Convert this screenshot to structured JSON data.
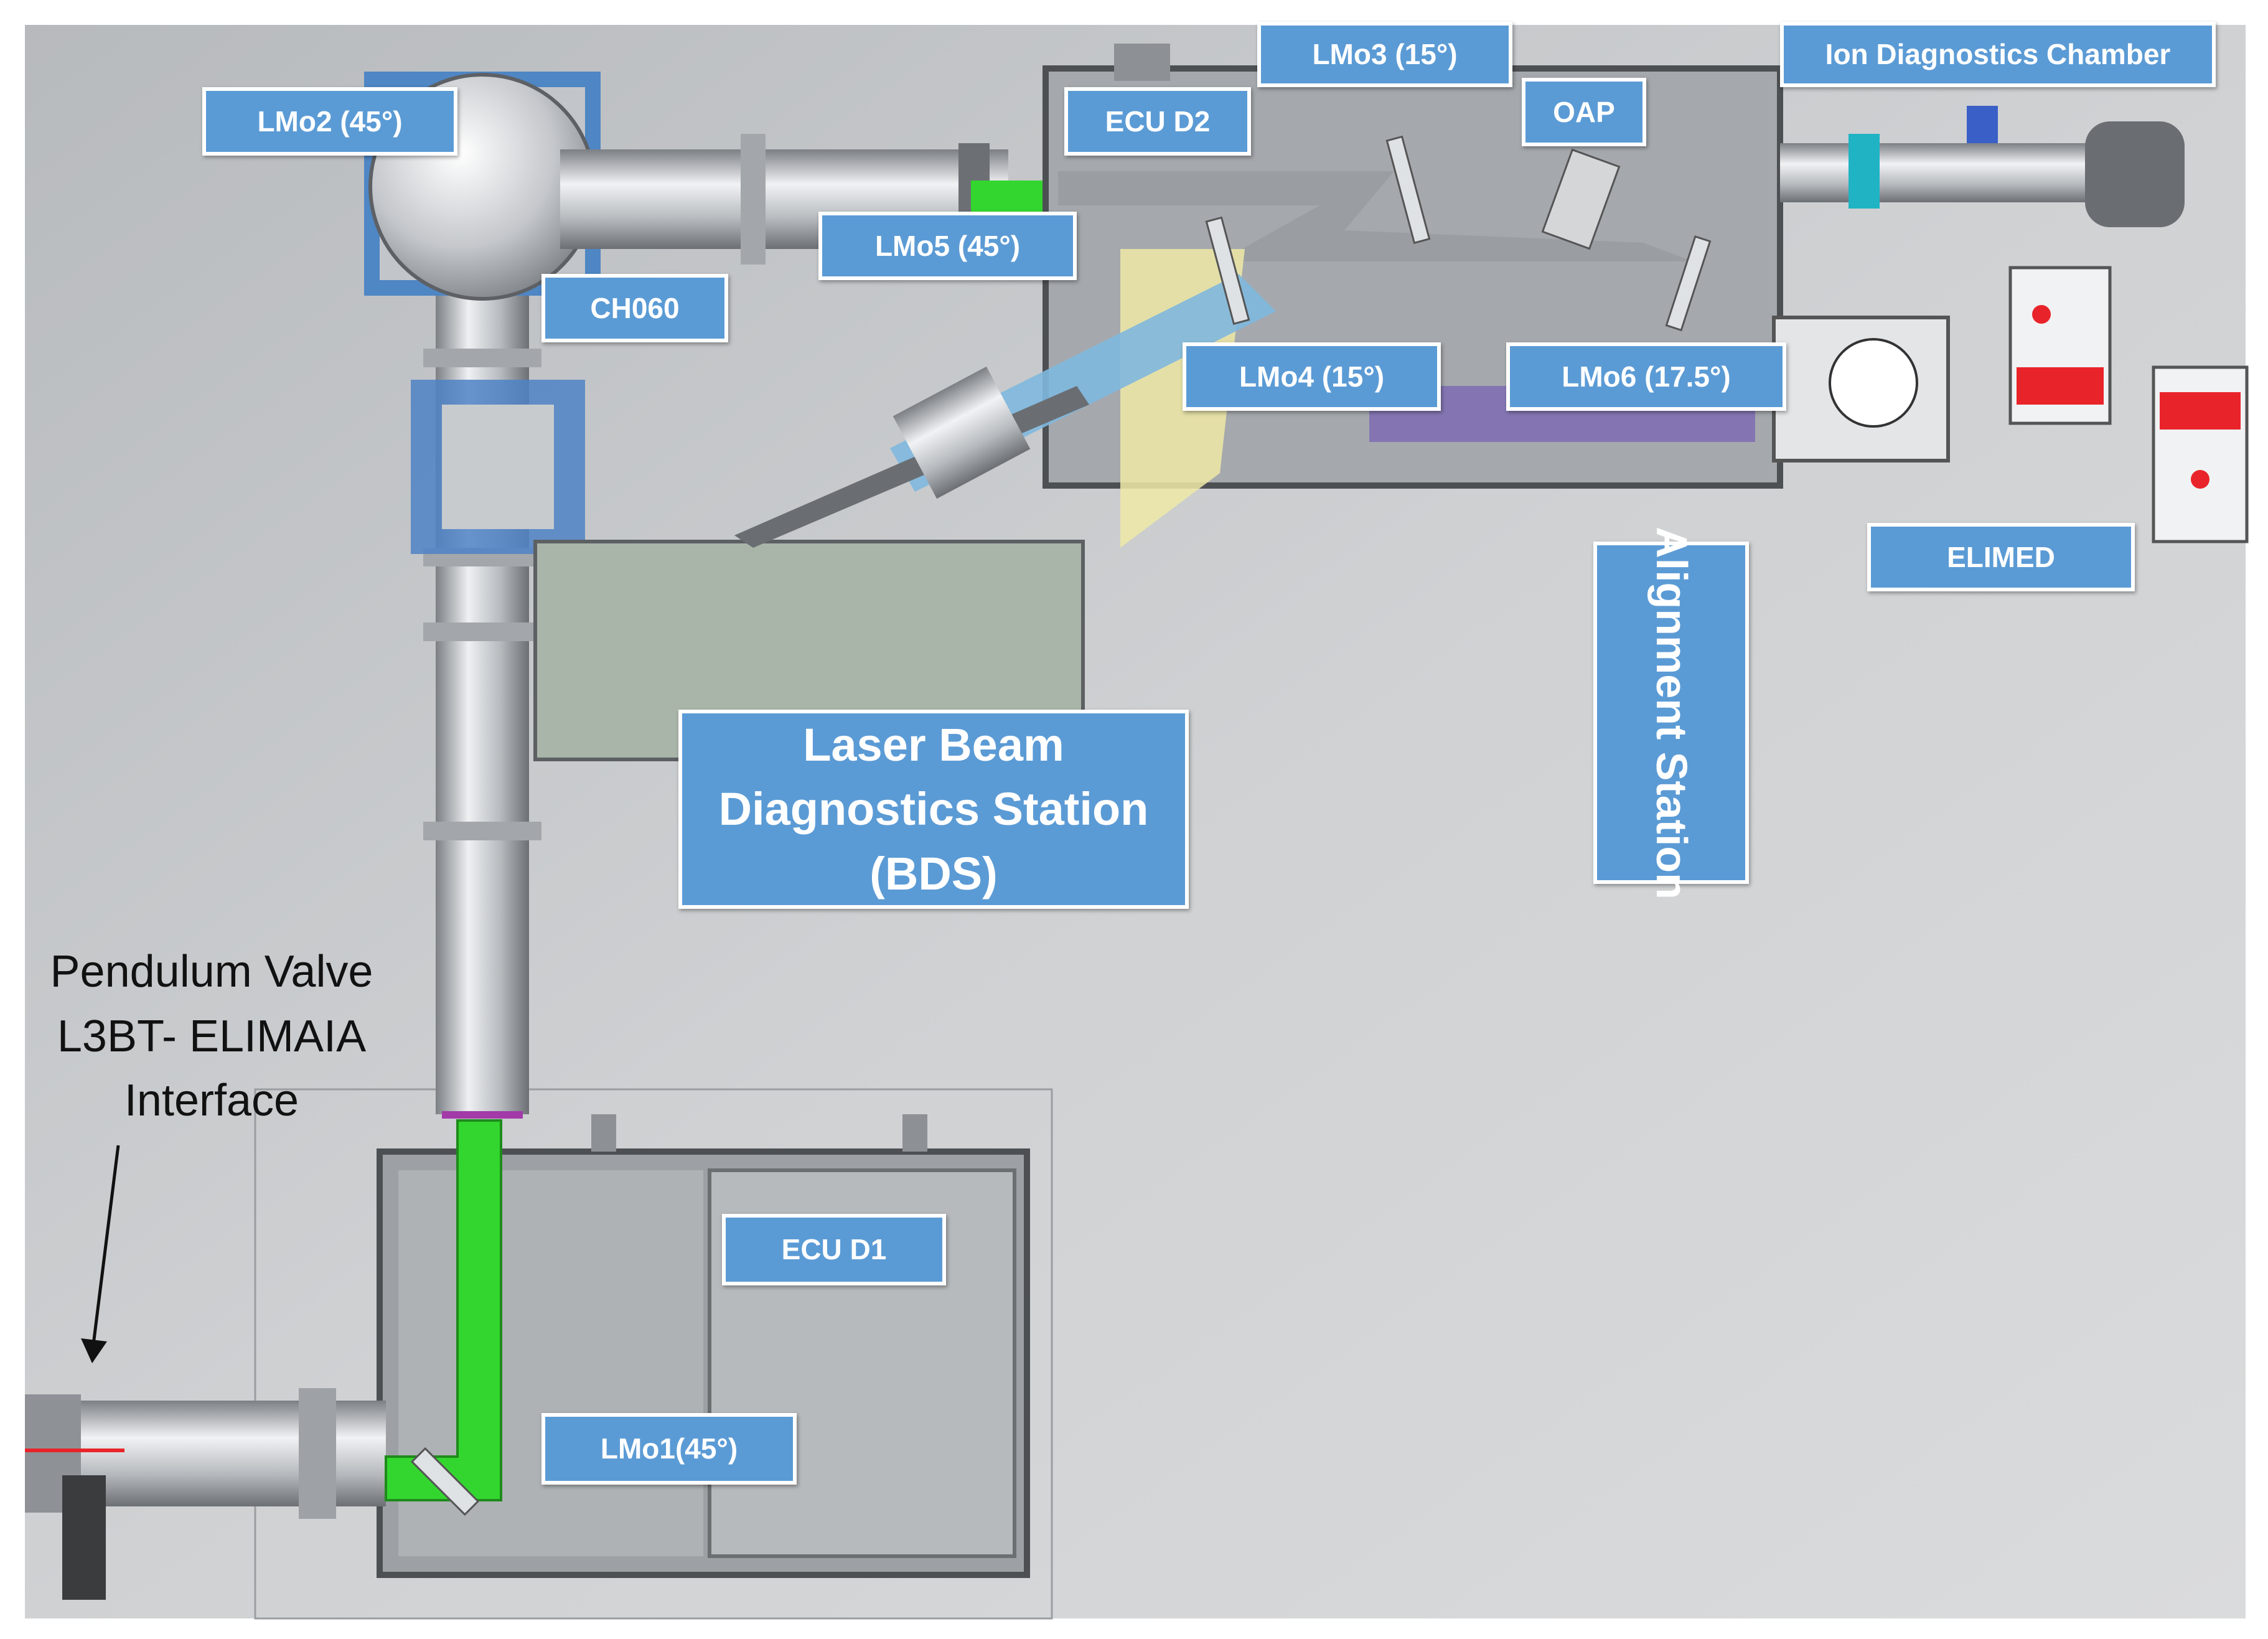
{
  "labels": {
    "lmo2": "LMo2 (45°)",
    "ecu_d2": "ECU D2",
    "lmo3": "LMo3 (15°)",
    "ion_chamber": "Ion Diagnostics Chamber",
    "oap": "OAP",
    "lmo5": "LMo5 (45°)",
    "ch060": "CH060",
    "lmo4": "LMo4 (15°)",
    "lmo6": "LMo6 (17.5°)",
    "elimed": "ELIMED",
    "alignment_station": "Alignment Station",
    "bds_line1": "Laser Beam",
    "bds_line2": "Diagnostics Station",
    "bds_line3": "(BDS)",
    "ecu_d1": "ECU D1",
    "lmo1": "LMo1(45°)",
    "pendulum_line1": "Pendulum Valve",
    "pendulum_line2": "L3BT- ELIMAIA",
    "pendulum_line3": "Interface"
  },
  "colors": {
    "background": "#c4c7ca",
    "label_fill": "#5b9bd5",
    "label_text": "#ffffff",
    "laser_beam_green": "#33d62e",
    "diagnostic_beam_blue": "#7fb8df",
    "diagnostic_beam_yellow": "#efe9a6",
    "pipe_metal": "#b9bcc0",
    "chamber_gray": "#a7abae",
    "accent_red": "#e8242a",
    "accent_cyan": "#1fb3c4",
    "accent_purple": "#7a64b4"
  }
}
